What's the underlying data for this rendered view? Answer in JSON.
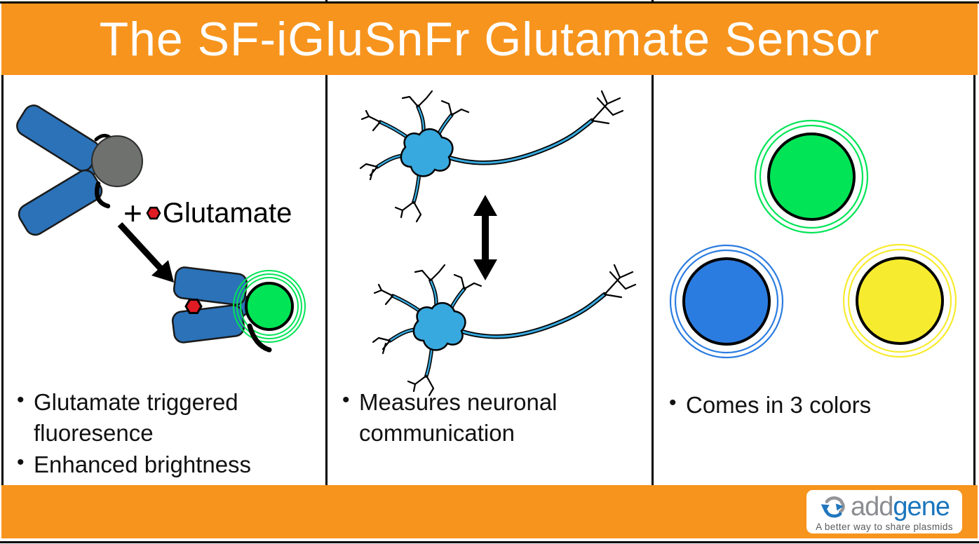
{
  "title": "The SF-iGluSnFr Glutamate Sensor",
  "panels": {
    "mechanism": {
      "reaction_label": {
        "plus": "+",
        "ligand": "Glutamate"
      },
      "bullets": [
        "Glutamate triggered fluoresence",
        "Enhanced brightness"
      ]
    },
    "neurons": {
      "bullets": [
        "Measures neuronal communication"
      ]
    },
    "colors": {
      "bullets": [
        "Comes in 3 colors"
      ]
    }
  },
  "footer": {
    "logo": {
      "word_add": "add",
      "word_gene": "gene",
      "tagline": "A better way to share plasmids"
    }
  },
  "palette": {
    "header_orange": "#F7941D",
    "protein_blue": "#2B72B8",
    "inactive_gray": "#6E716E",
    "glutamate_red": "#E01B24",
    "fluor_green": "#00E456",
    "fluor_blue": "#2B7CE0",
    "fluor_yellow": "#F7EB2F",
    "neuron_blue": "#38A9DE",
    "logo_blue": "#1B75BC",
    "logo_gray": "#8B8D90"
  }
}
